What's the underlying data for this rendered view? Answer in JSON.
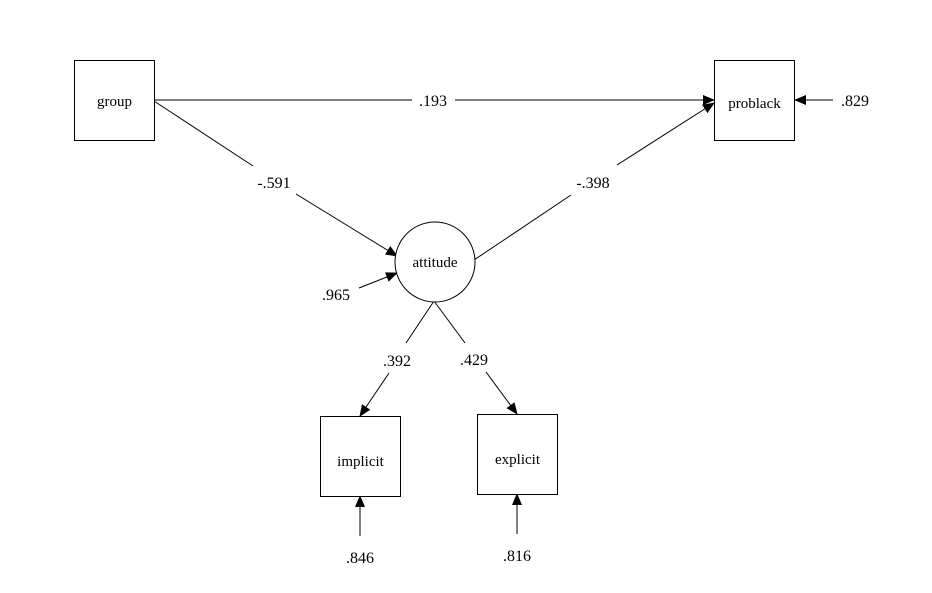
{
  "diagram": {
    "type": "path-diagram",
    "nodes": {
      "group": {
        "label": "group",
        "shape": "observed"
      },
      "problack": {
        "label": "problack",
        "shape": "observed"
      },
      "attitude": {
        "label": "attitude",
        "shape": "latent"
      },
      "implicit": {
        "label": "implicit",
        "shape": "observed"
      },
      "explicit": {
        "label": "explicit",
        "shape": "observed"
      }
    },
    "paths": {
      "group_problack": {
        "from": "group",
        "to": "problack",
        "coefficient": ".193"
      },
      "group_attitude": {
        "from": "group",
        "to": "attitude",
        "coefficient": "-.591"
      },
      "attitude_problack": {
        "from": "attitude",
        "to": "problack",
        "coefficient": "-.398"
      },
      "attitude_implicit": {
        "from": "attitude",
        "to": "implicit",
        "coefficient": ".392"
      },
      "attitude_explicit": {
        "from": "attitude",
        "to": "explicit",
        "coefficient": ".429"
      }
    },
    "residuals": {
      "problack": ".829",
      "attitude": ".965",
      "implicit": ".846",
      "explicit": ".816"
    }
  }
}
